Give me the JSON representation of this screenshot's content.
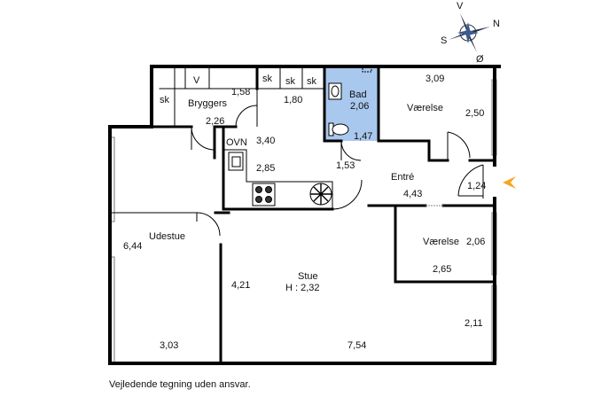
{
  "compass": {
    "n": "N",
    "s": "S",
    "v": "V",
    "o": "Ø"
  },
  "rooms": {
    "bryggers": {
      "name": "Bryggers",
      "w": "2,26",
      "h": "1,58"
    },
    "sk1": "sk",
    "sk2": "sk",
    "sk3": "sk",
    "sk4": "sk",
    "v": "V",
    "hall_small": "1,80",
    "bad": {
      "name": "Bad",
      "w": "2,06",
      "h": "1,47"
    },
    "vaerelse1": {
      "name": "Værelse",
      "w": "3,09",
      "h": "2,50"
    },
    "ovn": "OVN",
    "kitchen": {
      "h": "3,40",
      "w": "2,85"
    },
    "entre": {
      "name": "Entré",
      "w": "4,43",
      "h": "1,53"
    },
    "door_dim": "1,24",
    "udestue": {
      "name": "Udestue",
      "h": "6,44",
      "w": "3,03"
    },
    "vaerelse2": {
      "name": "Værelse",
      "h": "2,06",
      "w": "2,65"
    },
    "stue": {
      "name": "Stue",
      "height": "H : 2,32",
      "h": "4,21",
      "w": "7,54",
      "extra": "2,11"
    }
  },
  "colors": {
    "bath": "#a9c8ee",
    "entry_arrow": "#f5a623",
    "wall": "#000000"
  },
  "caption": "Vejledende tegning uden ansvar."
}
